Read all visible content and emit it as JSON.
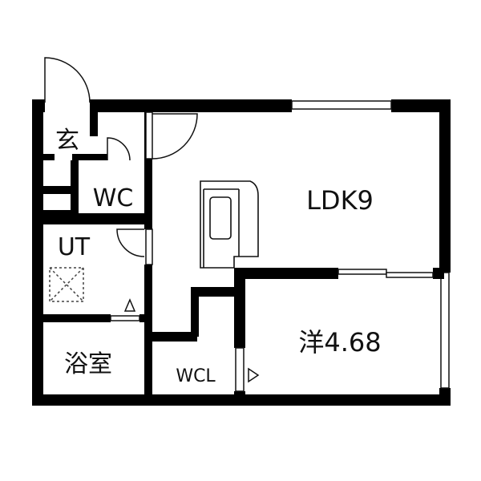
{
  "rooms": {
    "genkan": "玄",
    "wc": "WC",
    "ldk": "LDK9",
    "ut": "UT",
    "bath": "浴室",
    "wcl": "WCL",
    "western": "洋4.68"
  },
  "colors": {
    "wall": "#000000",
    "line": "#111111",
    "background": "#ffffff"
  }
}
